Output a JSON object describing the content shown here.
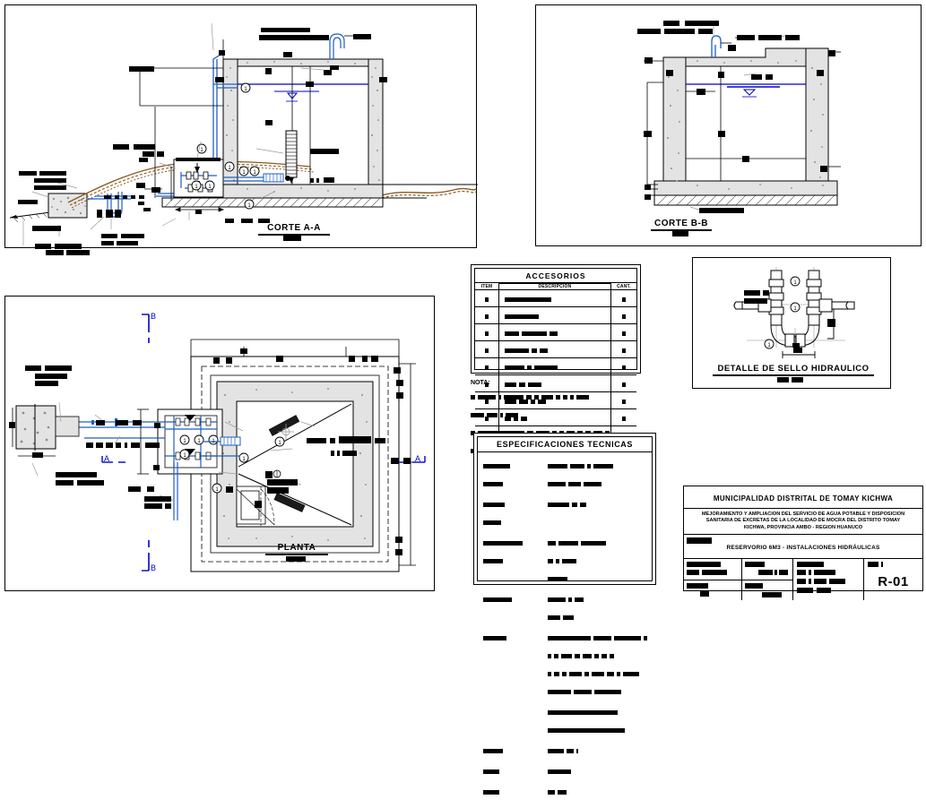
{
  "drawing": {
    "sheet_number": "R-01",
    "colors": {
      "line": "#000000",
      "pipe_blue": "#1f5fbf",
      "water_blue": "#0000cc",
      "terrain_brown": "#8a5a1e",
      "concrete_fill": "#dedede",
      "gray_leader": "#9a9a9a"
    }
  },
  "panels": {
    "corte_aa": {
      "title": "CORTE A-A"
    },
    "corte_bb": {
      "title": "CORTE B-B"
    },
    "planta": {
      "title": "PLANTA",
      "section_mark_b_top": "B",
      "section_mark_b_bottom": "B",
      "section_mark_a_left": "A",
      "section_mark_a_right": "A"
    },
    "sello": {
      "title": "DETALLE DE SELLO HIDRAULICO"
    }
  },
  "accesorios": {
    "title": "ACCESORIOS",
    "headers": [
      "ITEM",
      "DESCRIPCION",
      "CANT."
    ],
    "rows": [
      {
        "item": "■",
        "descripcion_widths": [
          52
        ],
        "cant": "■"
      },
      {
        "item": "■",
        "descripcion_widths": [
          38
        ],
        "cant": "■"
      },
      {
        "item": "■",
        "descripcion_widths": [
          16,
          28,
          9
        ],
        "cant": "■"
      },
      {
        "item": "■",
        "descripcion_widths": [
          27,
          6,
          9
        ],
        "cant": "■"
      },
      {
        "item": "■",
        "descripcion_widths": [
          22,
          5,
          26
        ],
        "cant": "■"
      },
      {
        "item": "■",
        "descripcion_widths": [
          13,
          7,
          15
        ],
        "cant": "■"
      },
      {
        "item": "■",
        "descripcion_widths": [
          13,
          10,
          5,
          9
        ],
        "cant": "■"
      },
      {
        "item": "■",
        "descripcion_widths": [
          7,
          5,
          7
        ],
        "cant": "■"
      },
      {
        "item": "■",
        "descripcion_widths": [
          50
        ],
        "cant": "■"
      }
    ]
  },
  "nota": {
    "label": "NOTA:",
    "line_widths": [
      [
        5,
        20,
        3,
        22,
        6,
        5,
        13,
        5,
        5,
        4,
        14
      ],
      [
        15,
        12,
        3,
        14
      ],
      [
        5,
        52,
        7,
        15,
        5,
        5,
        9,
        6,
        6,
        10,
        5
      ],
      [
        11,
        5,
        14,
        5,
        20,
        12,
        6,
        16
      ]
    ]
  },
  "especificaciones": {
    "title": "ESPECIFICACIONES TECNICAS",
    "rows": [
      {
        "left": [
          30,
          22
        ],
        "right": [
          [
            22,
            16,
            4,
            22
          ],
          [
            20,
            14,
            20
          ]
        ]
      },
      {
        "left": [
          24,
          20
        ],
        "right": [
          [
            24,
            6,
            7
          ]
        ]
      },
      {
        "left": [
          44,
          22
        ],
        "right": [
          [
            9,
            22,
            28
          ],
          [
            6,
            4,
            16
          ],
          [
            22
          ]
        ]
      },
      {
        "left": [
          32
        ],
        "right": [
          [
            20,
            4,
            10
          ],
          [
            14,
            12
          ]
        ]
      },
      {
        "left": [
          26
        ],
        "right": [
          [
            48,
            20,
            30,
            4
          ],
          [
            4,
            5,
            12,
            6,
            10,
            5,
            6,
            5
          ],
          [
            4,
            6,
            5,
            14,
            5,
            14,
            8,
            4,
            18
          ],
          [
            26,
            20,
            30
          ]
        ]
      },
      {
        "left": [],
        "right": [
          [
            78
          ],
          [
            86
          ]
        ]
      },
      {
        "left": [
          22
        ],
        "right": [
          [
            18,
            8,
            2
          ]
        ]
      },
      {
        "left": [
          18
        ],
        "right": [
          [
            26
          ]
        ]
      },
      {
        "left": [
          18
        ],
        "right": [
          [
            8,
            10
          ]
        ]
      }
    ]
  },
  "titleblock": {
    "municipality": "MUNICIPALIDAD DISTRITAL DE TOMAY KICHWA",
    "project_lines": [
      "MEJORAMIENTO Y AMPLIACION  DEL SERVICIO DE AGUA POTABLE Y DISPOSICION",
      "SANITARIA DE EXCRETAS DE LA LOCALIDAD DE MOCRA DEL DISTRITO TOMAY",
      "KICHWA, PROVINCIA AMBO - REGION HUANUCO"
    ],
    "sheet_label_redact_width": 28,
    "drawing_title": "RESERVORIO 6M3 - INSTALACIONES HIDRÁULICAS",
    "cells": [
      {
        "top_widths": [
          38
        ],
        "bottom_widths": [
          14,
          28
        ]
      },
      {
        "top_widths": [
          22
        ],
        "bottom_widths": [
          16,
          3,
          10
        ]
      },
      {
        "top_widths": [
          30
        ],
        "bottom_widths": [
          10,
          3,
          26
        ]
      },
      {
        "top_widths": [
          12,
          2
        ],
        "bottom_widths": []
      }
    ],
    "cells_row2": [
      {
        "top_widths": [
          24
        ],
        "bottom_widths": [
          10
        ]
      },
      {
        "top_widths": [
          20
        ],
        "bottom_widths": [
          22
        ]
      },
      {
        "top_widths": [
          10,
          3,
          14,
          18
        ],
        "bottom_widths": [
          18,
          16
        ]
      }
    ],
    "sheet_number": "R-01"
  },
  "callouts": {
    "balloon_glyph": "①"
  }
}
